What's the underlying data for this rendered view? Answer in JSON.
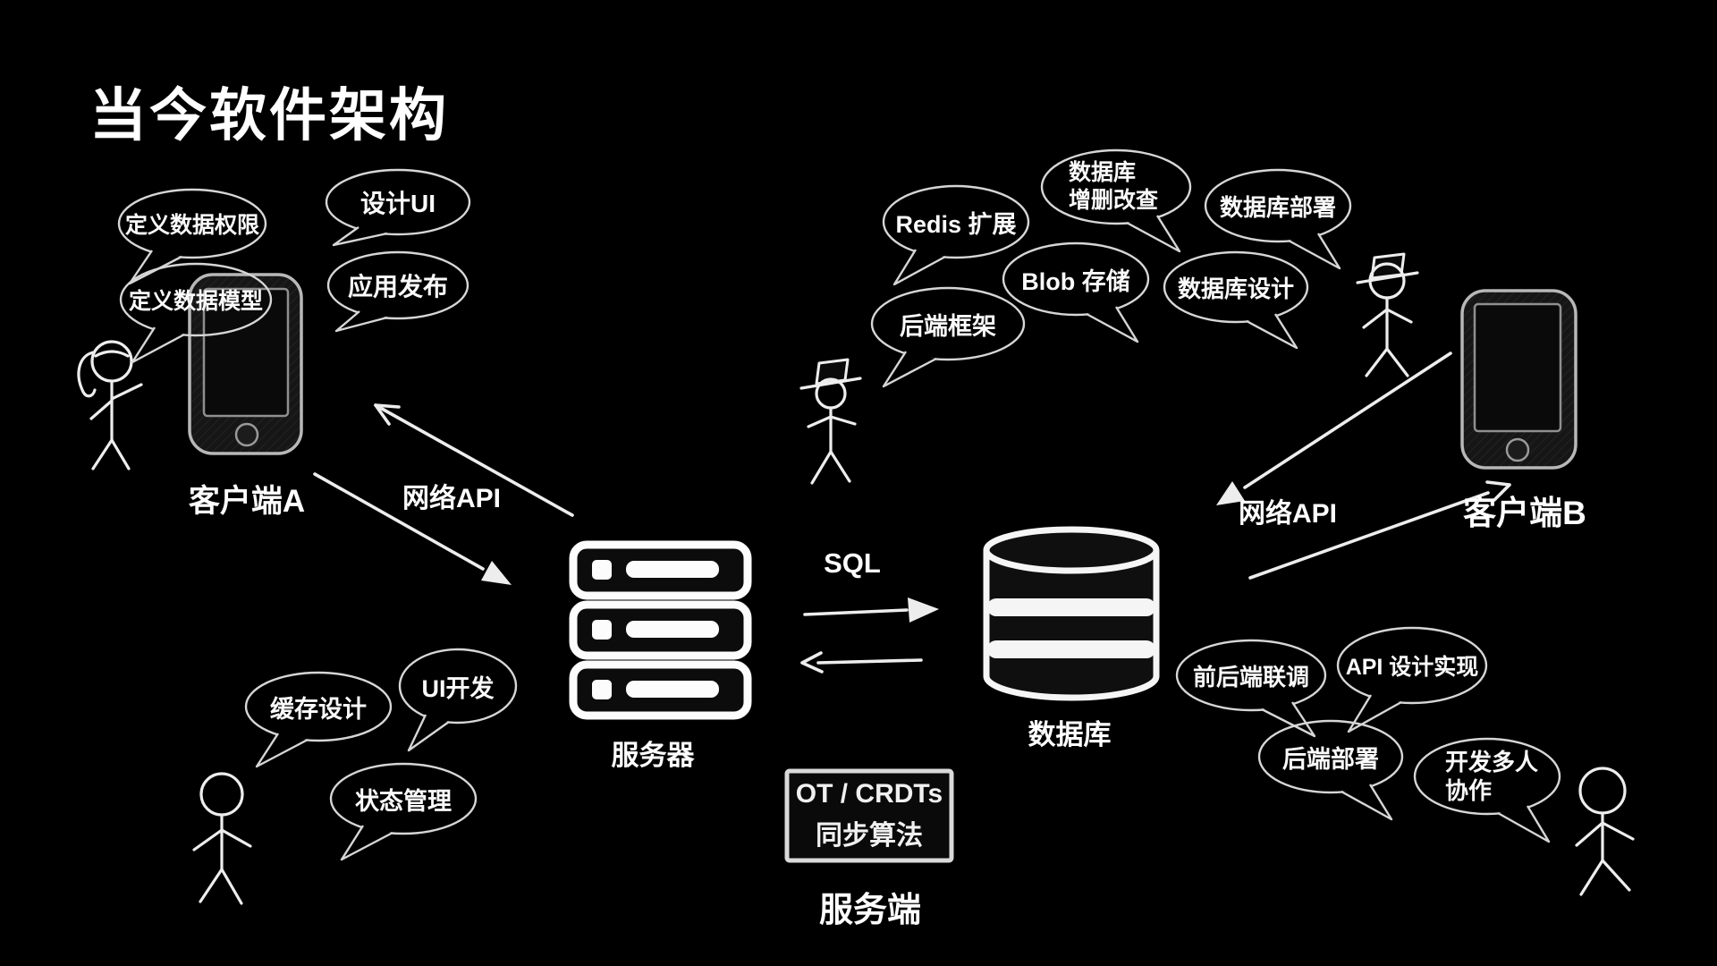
{
  "title": "当今软件架构",
  "colors": {
    "background": "#000000",
    "ink": "#f0f0f0",
    "outline": "#d6d6d6"
  },
  "nodes": {
    "client_a": {
      "label": "客户端A"
    },
    "client_b": {
      "label": "客户端B"
    },
    "server": {
      "label": "服务器"
    },
    "database": {
      "label": "数据库"
    },
    "server_side": {
      "label": "服务端"
    },
    "sync_box": {
      "line1": "OT / CRDTs",
      "line2": "同步算法"
    }
  },
  "edges": {
    "network_api_left": {
      "label": "网络API"
    },
    "network_api_right": {
      "label": "网络API"
    },
    "sql": {
      "label": "SQL"
    }
  },
  "bubbles": {
    "define_permissions": {
      "text": "定义数据权限"
    },
    "design_ui": {
      "text": "设计UI"
    },
    "define_data_model": {
      "text": "定义数据模型"
    },
    "app_release": {
      "text": "应用发布"
    },
    "redis_scaling": {
      "text": "Redis 扩展"
    },
    "db_crud": {
      "line1": "数据库",
      "line2": "增删改查"
    },
    "db_deploy": {
      "text": "数据库部署"
    },
    "blob_storage": {
      "text": "Blob 存储"
    },
    "db_design": {
      "text": "数据库设计"
    },
    "backend_framework": {
      "text": "后端框架"
    },
    "cache_design": {
      "text": "缓存设计"
    },
    "ui_dev": {
      "text": "UI开发"
    },
    "state_mgmt": {
      "text": "状态管理"
    },
    "fe_be_integration": {
      "text": "前后端联调"
    },
    "api_design_impl": {
      "text": "API 设计实现"
    },
    "backend_deploy": {
      "text": "后端部署"
    },
    "multi_dev_collab": {
      "line1": "开发多人",
      "line2": "协作"
    }
  }
}
